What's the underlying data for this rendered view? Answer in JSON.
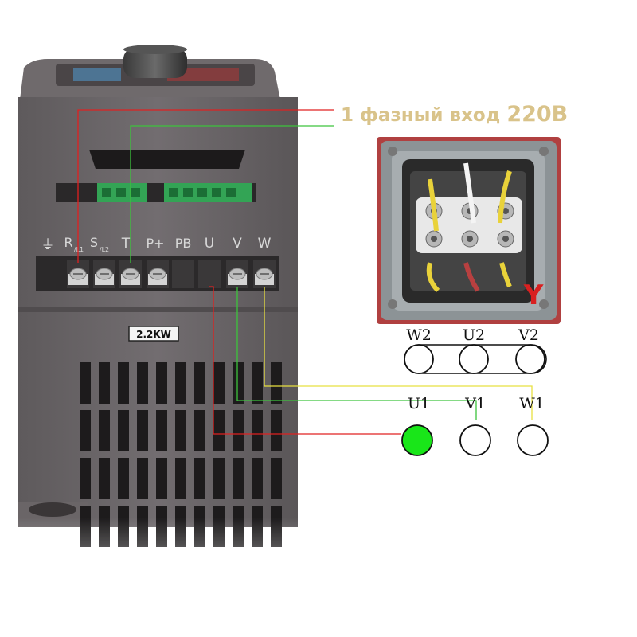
{
  "caption": {
    "text_main": "1 фазный вход ",
    "text_volt": "220В",
    "color": "#d9c38a"
  },
  "vfd": {
    "rating_label": "2.2KW",
    "terminals": [
      {
        "label": "⏚",
        "sub": ""
      },
      {
        "label": "R",
        "sub": "/L1"
      },
      {
        "label": "S",
        "sub": "/L2"
      },
      {
        "label": "T",
        "sub": ""
      },
      {
        "label": "P+",
        "sub": ""
      },
      {
        "label": "PB",
        "sub": ""
      },
      {
        "label": "U",
        "sub": ""
      },
      {
        "label": "V",
        "sub": ""
      },
      {
        "label": "W",
        "sub": ""
      }
    ],
    "body_color": "#6b6668"
  },
  "motor": {
    "star_label": "Y",
    "top_row": [
      "W2",
      "U2",
      "V2"
    ],
    "bottom_row": [
      "U1",
      "V1",
      "W1"
    ],
    "active_fill": "#19e619"
  },
  "wires": {
    "red": "#e02020",
    "green": "#3cc43c",
    "yellow": "#e8e040"
  }
}
